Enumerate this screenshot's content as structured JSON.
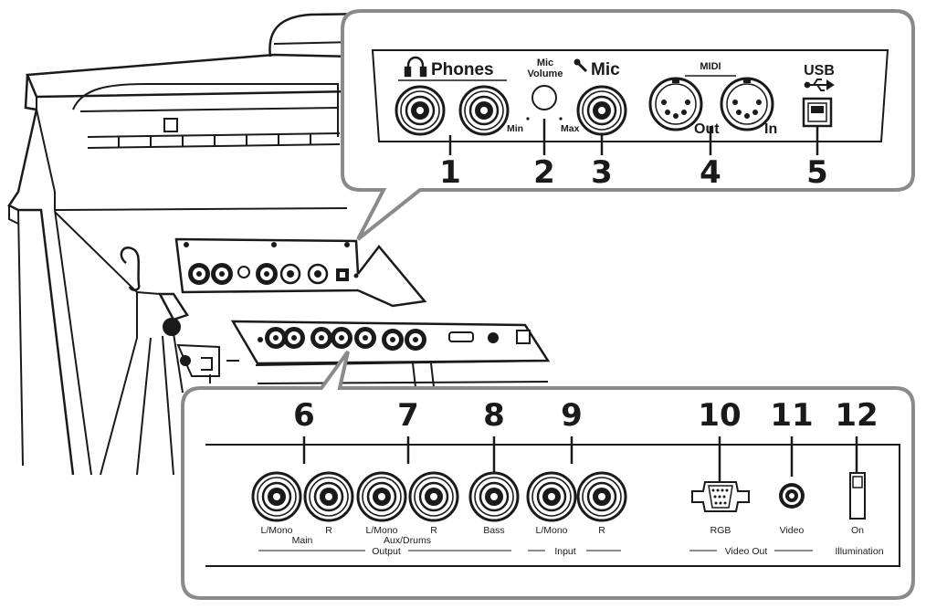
{
  "top_panel": {
    "phones_label": "Phones",
    "mic_volume_line1": "Mic",
    "mic_volume_line2": "Volume",
    "mic_min": "Min",
    "mic_max": "Max",
    "mic_label": "Mic",
    "midi_label": "MIDI",
    "midi_out": "Out",
    "midi_in": "In",
    "usb_label": "USB",
    "numbers": [
      "1",
      "2",
      "3",
      "4",
      "5"
    ]
  },
  "bottom_panel": {
    "numbers": [
      "6",
      "7",
      "8",
      "9",
      "10",
      "11",
      "12"
    ],
    "jack_labels": {
      "main_l": "L/Mono",
      "main_r": "R",
      "main_group": "Main",
      "aux_l": "L/Mono",
      "aux_r": "R",
      "aux_group": "Aux/Drums",
      "bass": "Bass",
      "input_l": "L/Mono",
      "input_r": "R",
      "rgb": "RGB",
      "video": "Video",
      "on": "On"
    },
    "group_labels": {
      "output": "Output",
      "input": "Input",
      "video_out": "Video Out",
      "illumination": "Illumination"
    }
  },
  "icons": [
    "headphones-icon",
    "microphone-icon",
    "usb-icon",
    "midi-din-connector-icon",
    "vga-connector-icon",
    "rca-jack-icon",
    "illumination-switch-icon"
  ]
}
